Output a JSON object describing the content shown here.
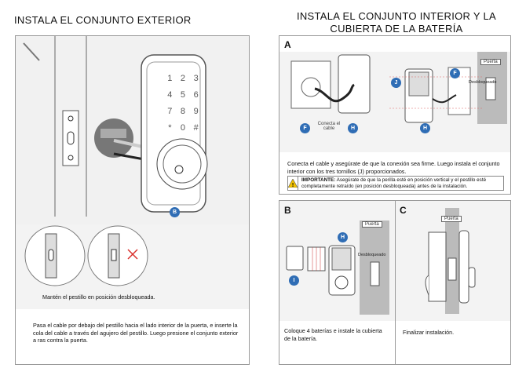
{
  "left": {
    "title": "INSTALA EL CONJUNTO EXTERIOR",
    "badge": "B",
    "keypad": [
      "1",
      "2",
      "3",
      "4",
      "5",
      "6",
      "7",
      "8",
      "9",
      "*",
      "0",
      "#"
    ],
    "caption": "Mantén el pestillo en posición desbloqueada.",
    "instruction": "Pasa el cable por debajo del pestillo hacia el lado interior de la puerta, e inserte la cola del cable a través del agujero del pestillo. Luego presione el conjunto exterior a ras contra la puerta."
  },
  "right": {
    "title_line1": "INSTALA EL CONJUNTO INTERIOR Y LA",
    "title_line2": "CUBIERTA DE LA BATERÍA",
    "step_a": {
      "letter": "A",
      "badges": {
        "f": "F",
        "h": "H",
        "j": "J"
      },
      "cable_label": "Conecta el cable",
      "door_label": "Puerta",
      "unlocked_label": "Desbloqueado",
      "instruction": "Conecta el cable y asegúrate de que la conexión sea firme. Luego instala el conjunto interior con los tres tornillos (J) proporcionados.",
      "warning_bold": "IMPORTANTE:",
      "warning_text": " Asegúrate de que la perilla esté en posición vertical y el pestillo esté completamente retraído (en posición desbloqueada) antes de la instalación.",
      "warning_icon": "warning-triangle-icon"
    },
    "step_b": {
      "letter": "B",
      "badges": {
        "h": "H",
        "i": "I"
      },
      "door_label": "Puerta",
      "unlocked_label": "Desbloqueado",
      "instruction": "Coloque 4 baterías e instale la cubierta de la batería."
    },
    "step_c": {
      "letter": "C",
      "door_label": "Puerta",
      "instruction": "Finalizar instalación."
    }
  },
  "colors": {
    "badge": "#2f6db5",
    "warning": "#f2c200",
    "cross": "#d9302c"
  }
}
